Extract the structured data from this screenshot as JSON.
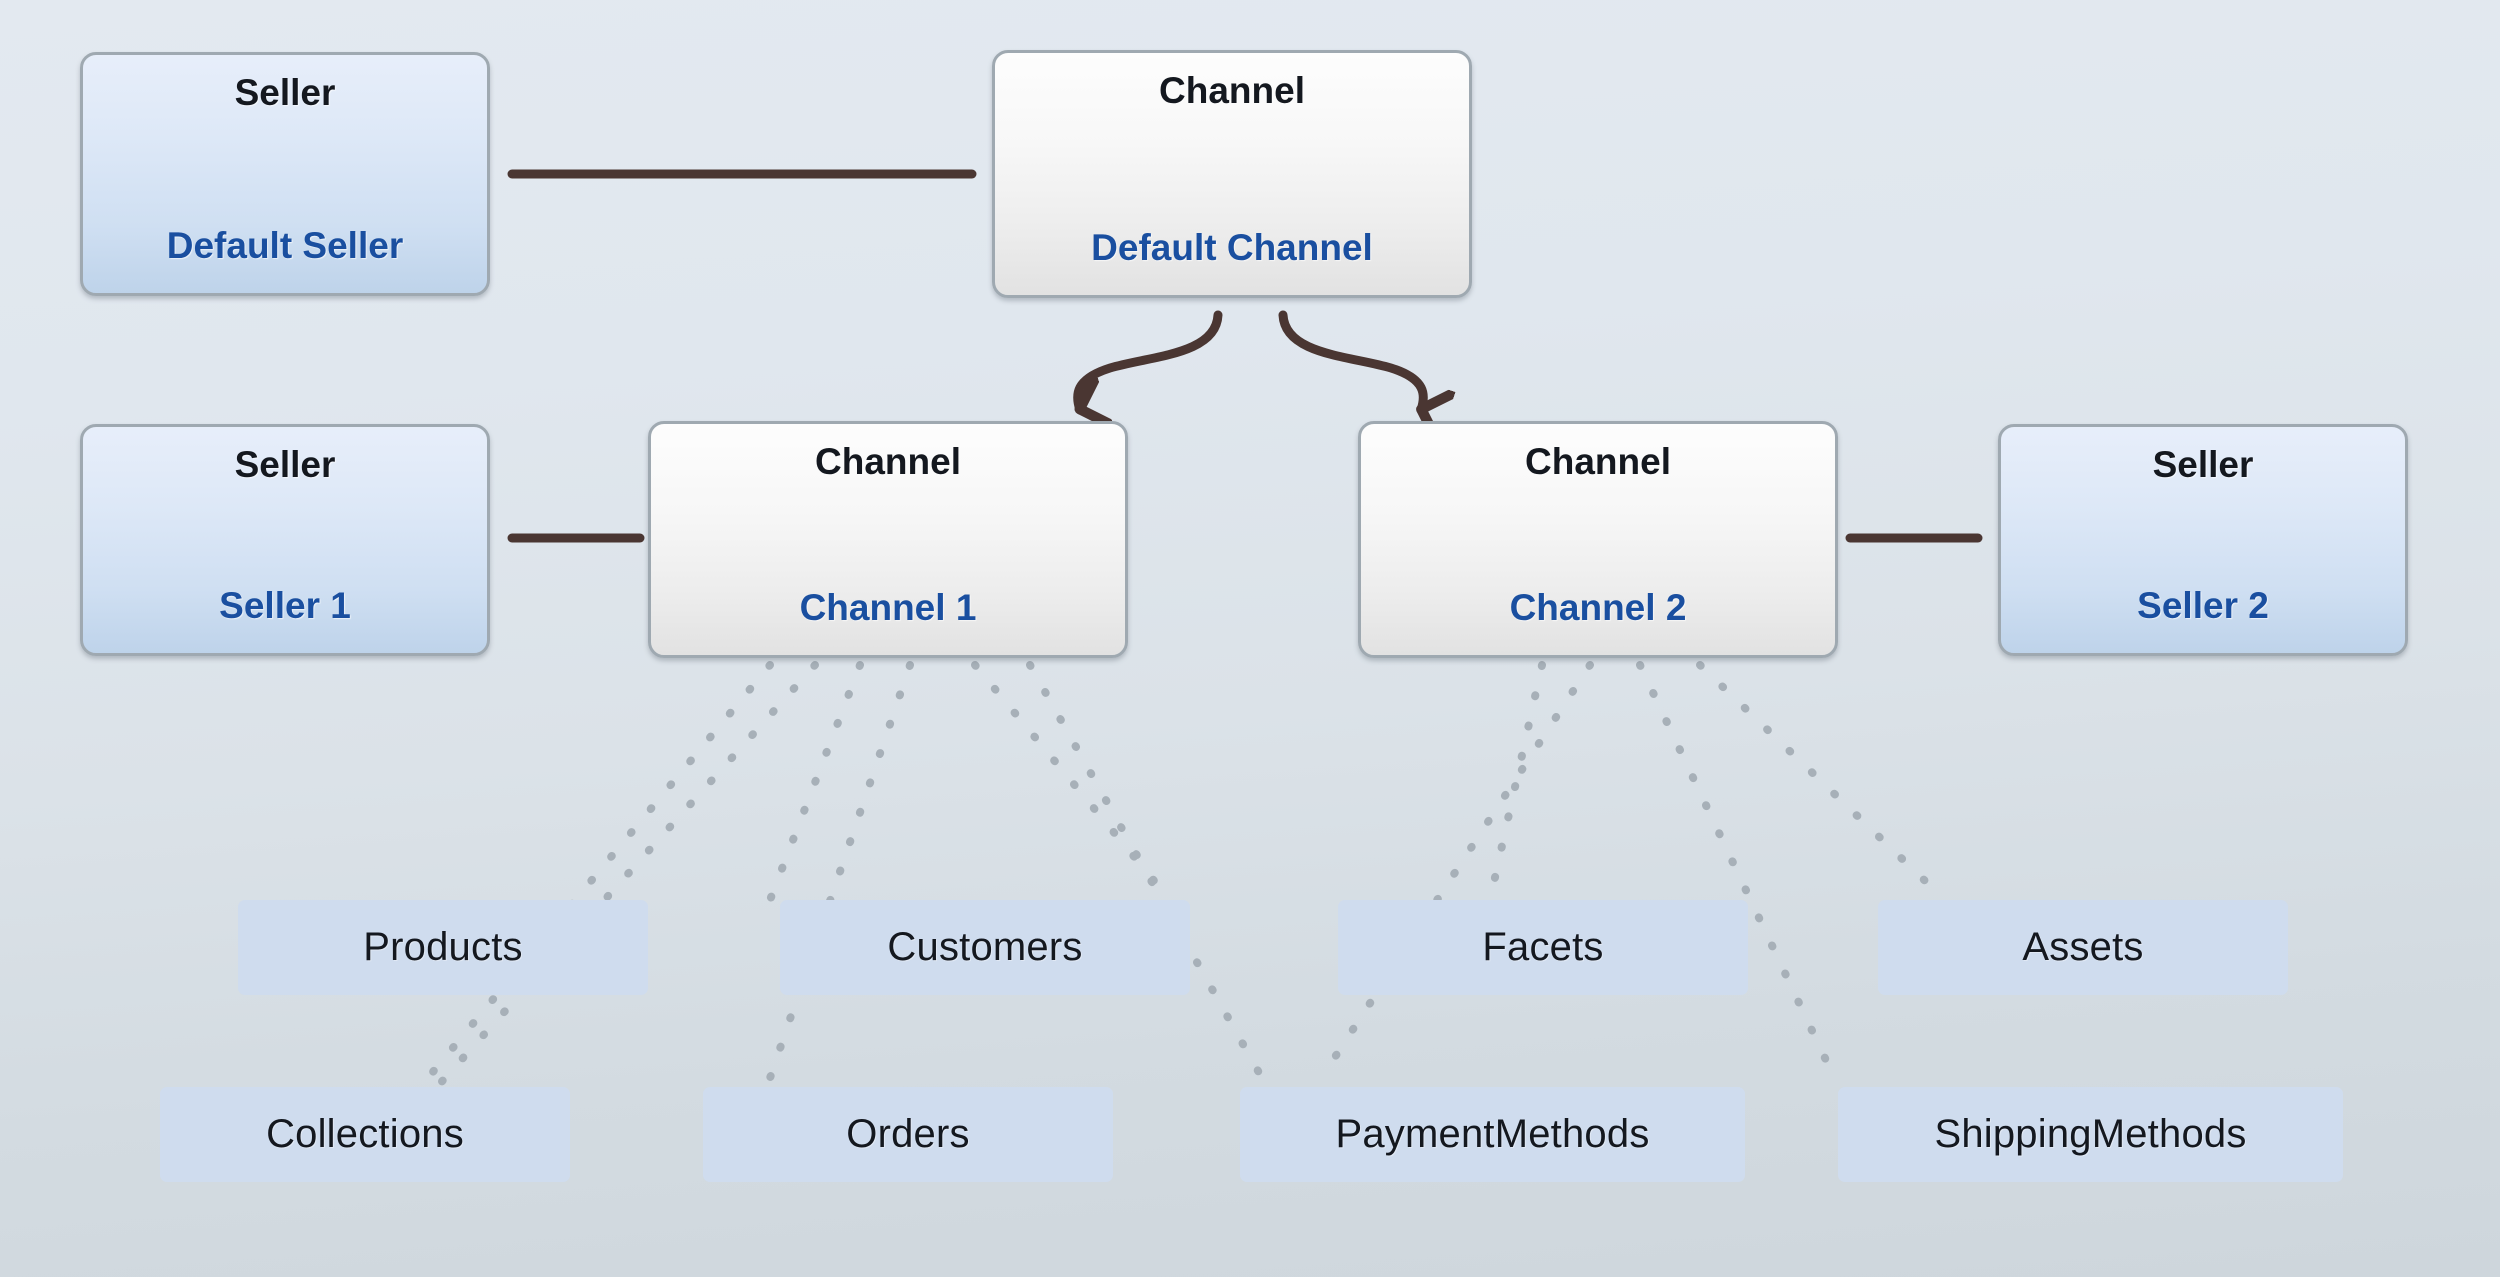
{
  "diagram": {
    "title": "Seller / Channel entity relationship diagram",
    "background_top_color": "#e3e9f0",
    "background_bottom_color": "#ced6dc",
    "link_color": "#4a3632",
    "dotted_link_color": "#a7b0b8",
    "node_border_color": "#9fa9b1",
    "node_type_text_color": "#14181f",
    "node_name_text_color": "#1a4fa0",
    "chip_fill_color": "#cfdcee"
  },
  "nodes": {
    "default_seller": {
      "type": "Seller",
      "name": "Default Seller"
    },
    "default_channel": {
      "type": "Channel",
      "name": "Default Channel"
    },
    "seller_1": {
      "type": "Seller",
      "name": "Seller 1"
    },
    "channel_1": {
      "type": "Channel",
      "name": "Channel 1"
    },
    "channel_2": {
      "type": "Channel",
      "name": "Channel 2"
    },
    "seller_2": {
      "type": "Seller",
      "name": "Seller 2"
    }
  },
  "entities": {
    "row_1": [
      {
        "label": "Products"
      },
      {
        "label": "Customers"
      },
      {
        "label": "Facets"
      },
      {
        "label": "Assets"
      }
    ],
    "row_2": [
      {
        "label": "Collections"
      },
      {
        "label": "Orders"
      },
      {
        "label": "PaymentMethods"
      },
      {
        "label": "ShippingMethods"
      }
    ]
  },
  "connections": {
    "solid_links": [
      {
        "from": "default_seller",
        "to": "default_channel"
      },
      {
        "from": "seller_1",
        "to": "channel_1"
      },
      {
        "from": "channel_2",
        "to": "seller_2"
      }
    ],
    "arrow_links": [
      {
        "from": "default_channel",
        "to": "channel_1"
      },
      {
        "from": "default_channel",
        "to": "channel_2"
      }
    ],
    "dotted_links": [
      {
        "from": "channel_1",
        "to": "Products"
      },
      {
        "from": "channel_1",
        "to": "Collections"
      },
      {
        "from": "channel_1",
        "to": "Customers"
      },
      {
        "from": "channel_1",
        "to": "Orders"
      },
      {
        "from": "channel_1",
        "to": "Facets"
      },
      {
        "from": "channel_1",
        "to": "PaymentMethods"
      },
      {
        "from": "channel_2",
        "to": "Facets"
      },
      {
        "from": "channel_2",
        "to": "Assets"
      },
      {
        "from": "channel_2",
        "to": "PaymentMethods"
      },
      {
        "from": "channel_2",
        "to": "ShippingMethods"
      }
    ]
  }
}
